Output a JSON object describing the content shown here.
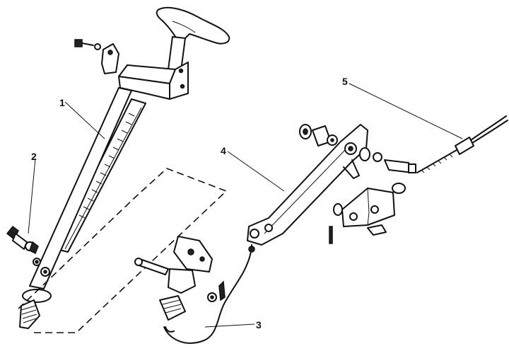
{
  "callouts": [
    {
      "id": "1",
      "text": "1"
    },
    {
      "id": "2",
      "text": "2"
    },
    {
      "id": "3",
      "text": "3"
    },
    {
      "id": "4",
      "text": "4"
    },
    {
      "id": "5",
      "text": "5"
    }
  ],
  "colors": {
    "ink": "#111111",
    "background": "#ffffff"
  },
  "icons": {
    "handle": "t-handle-icon",
    "lever": "ratchet-lever-icon",
    "switch": "warning-switch-icon",
    "cable": "handbrake-cable-icon",
    "bellcrank": "intermediate-lever-icon"
  }
}
